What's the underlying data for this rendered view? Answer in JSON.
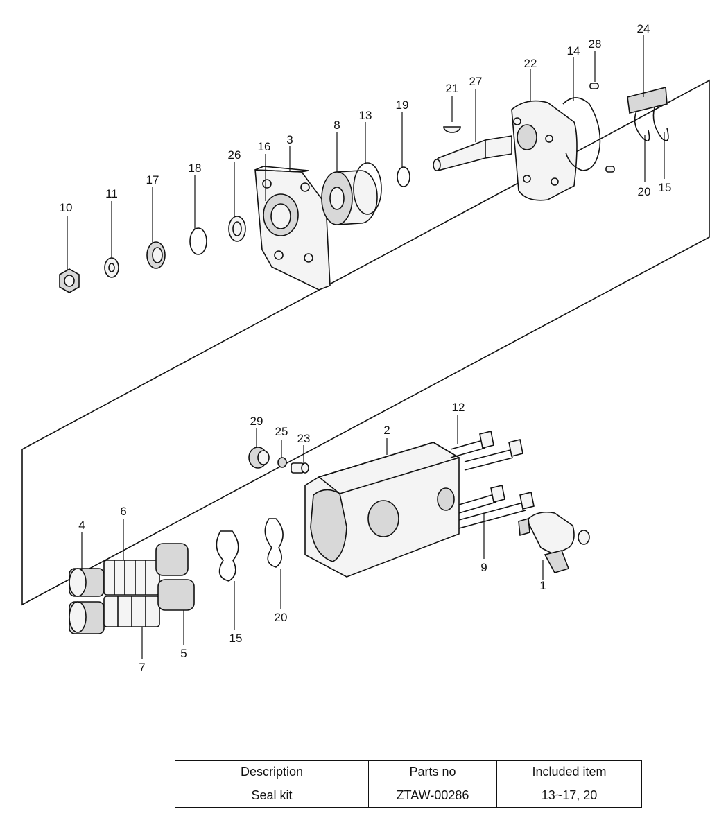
{
  "diagram": {
    "callouts": [
      {
        "id": "c1",
        "label": "1"
      },
      {
        "id": "c2",
        "label": "2"
      },
      {
        "id": "c3",
        "label": "3"
      },
      {
        "id": "c4",
        "label": "4"
      },
      {
        "id": "c5",
        "label": "5"
      },
      {
        "id": "c6",
        "label": "6"
      },
      {
        "id": "c7",
        "label": "7"
      },
      {
        "id": "c8",
        "label": "8"
      },
      {
        "id": "c9",
        "label": "9"
      },
      {
        "id": "c10",
        "label": "10"
      },
      {
        "id": "c11",
        "label": "11"
      },
      {
        "id": "c12",
        "label": "12"
      },
      {
        "id": "c13",
        "label": "13"
      },
      {
        "id": "c14",
        "label": "14"
      },
      {
        "id": "c15a",
        "label": "15"
      },
      {
        "id": "c15b",
        "label": "15"
      },
      {
        "id": "c16",
        "label": "16"
      },
      {
        "id": "c17",
        "label": "17"
      },
      {
        "id": "c18",
        "label": "18"
      },
      {
        "id": "c19",
        "label": "19"
      },
      {
        "id": "c20a",
        "label": "20"
      },
      {
        "id": "c20b",
        "label": "20"
      },
      {
        "id": "c21",
        "label": "21"
      },
      {
        "id": "c22",
        "label": "22"
      },
      {
        "id": "c23",
        "label": "23"
      },
      {
        "id": "c24",
        "label": "24"
      },
      {
        "id": "c25",
        "label": "25"
      },
      {
        "id": "c26",
        "label": "26"
      },
      {
        "id": "c27",
        "label": "27"
      },
      {
        "id": "c28",
        "label": "28"
      },
      {
        "id": "c29",
        "label": "29"
      }
    ]
  },
  "table": {
    "headers": [
      "Description",
      "Parts no",
      "Included item"
    ],
    "rows": [
      [
        "Seal kit",
        "ZTAW-00286",
        "13~17, 20"
      ]
    ]
  }
}
